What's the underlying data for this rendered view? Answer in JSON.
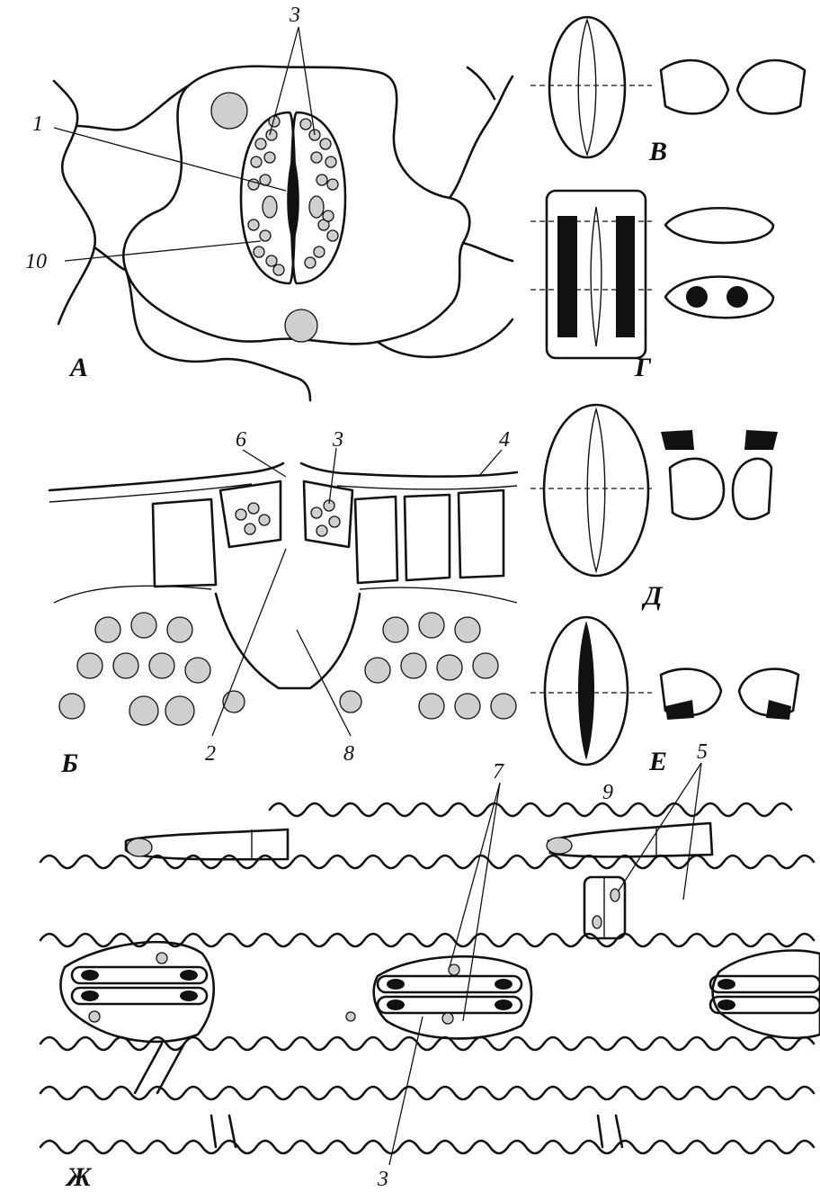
{
  "panels": {
    "A": "А",
    "B": "Б",
    "V": "В",
    "G": "Г",
    "D": "Д",
    "E": "Е",
    "Zh": "Ж"
  },
  "labels": {
    "n1": "1",
    "n2": "2",
    "n3_top": "3",
    "n3_mid": "3",
    "n3_bottom": "3",
    "n4": "4",
    "n5": "5",
    "n6": "6",
    "n7": "7",
    "n8": "8",
    "n9": "9",
    "n10": "10"
  },
  "colors": {
    "ink": "#111111",
    "paper": "#ffffff",
    "chloroplast": "#cfcfcf"
  }
}
